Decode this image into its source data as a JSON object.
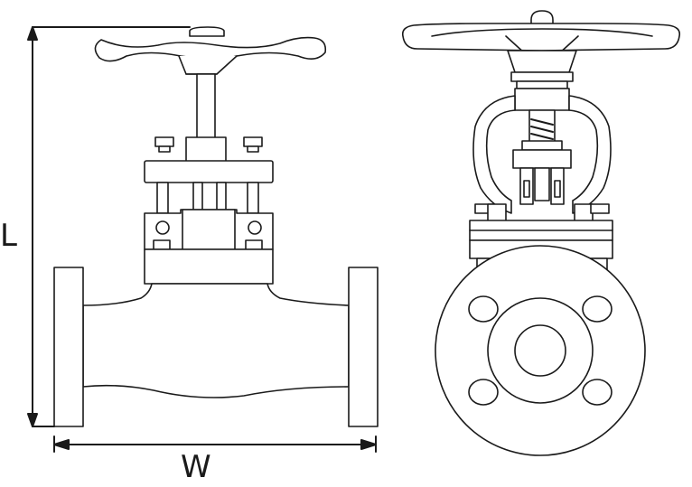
{
  "dimensions": {
    "length_label": "L",
    "width_label": "W"
  },
  "colors": {
    "stroke": "#1a1a1a",
    "background": "#ffffff",
    "fill": "#ffffff"
  },
  "views": [
    "front-elevation",
    "end-view"
  ]
}
